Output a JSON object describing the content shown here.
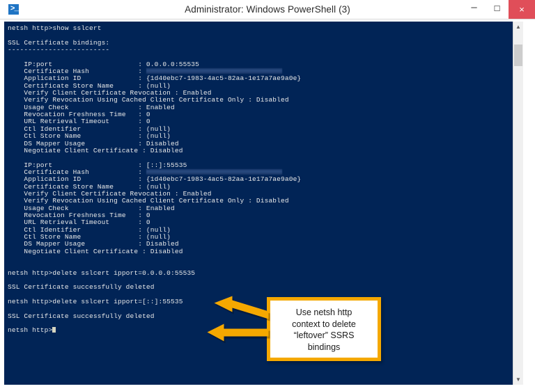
{
  "window": {
    "title": "Administrator: Windows PowerShell (3)",
    "icon": "powershell-icon",
    "icon_glyph": ">_",
    "controls": {
      "minimize": "–",
      "maximize": "☐",
      "close": "×"
    }
  },
  "colors": {
    "console_background": "#012456",
    "console_text": "#e8e8e8",
    "title_bar": "#ffffff",
    "close_button": "#e04e59",
    "callout_border": "#f5a800",
    "arrow_fill": "#f5a800"
  },
  "console": {
    "lines": [
      "netsh http>show sslcert",
      "",
      "SSL Certificate bindings:",
      "-------------------------",
      "",
      "    IP:port                     : 0.0.0.0:55535",
      "    Certificate Hash            : ",
      "    Application ID              : {1d40ebc7-1983-4ac5-82aa-1e17a7ae9a0e}",
      "    Certificate Store Name      : (null)",
      "    Verify Client Certificate Revocation : Enabled",
      "    Verify Revocation Using Cached Client Certificate Only : Disabled",
      "    Usage Check                 : Enabled",
      "    Revocation Freshness Time   : 0",
      "    URL Retrieval Timeout       : 0",
      "    Ctl Identifier              : (null)",
      "    Ctl Store Name              : (null)",
      "    DS Mapper Usage             : Disabled",
      "    Negotiate Client Certificate : Disabled",
      "",
      "    IP:port                     : [::]:55535",
      "    Certificate Hash            : ",
      "    Application ID              : {1d40ebc7-1983-4ac5-82aa-1e17a7ae9a0e}",
      "    Certificate Store Name      : (null)",
      "    Verify Client Certificate Revocation : Enabled",
      "    Verify Revocation Using Cached Client Certificate Only : Disabled",
      "    Usage Check                 : Enabled",
      "    Revocation Freshness Time   : 0",
      "    URL Retrieval Timeout       : 0",
      "    Ctl Identifier              : (null)",
      "    Ctl Store Name              : (null)",
      "    DS Mapper Usage             : Disabled",
      "    Negotiate Client Certificate : Disabled",
      "",
      "",
      "netsh http>delete sslcert ipport=0.0.0.0:55535",
      "",
      "SSL Certificate successfully deleted",
      "",
      "netsh http>delete sslcert ipport=[::]:55535",
      "",
      "SSL Certificate successfully deleted",
      "",
      "netsh http>"
    ],
    "redacted_hash_lines": [
      6,
      20
    ],
    "prompt": "netsh http>",
    "cursor": "block"
  },
  "annotation": {
    "text": "Use netsh http\ncontext to delete\n“leftover” SSRS\nbindings",
    "arrow_count": 2
  },
  "scrollbar": {
    "up_arrow": "▲",
    "down_arrow": "▼"
  }
}
